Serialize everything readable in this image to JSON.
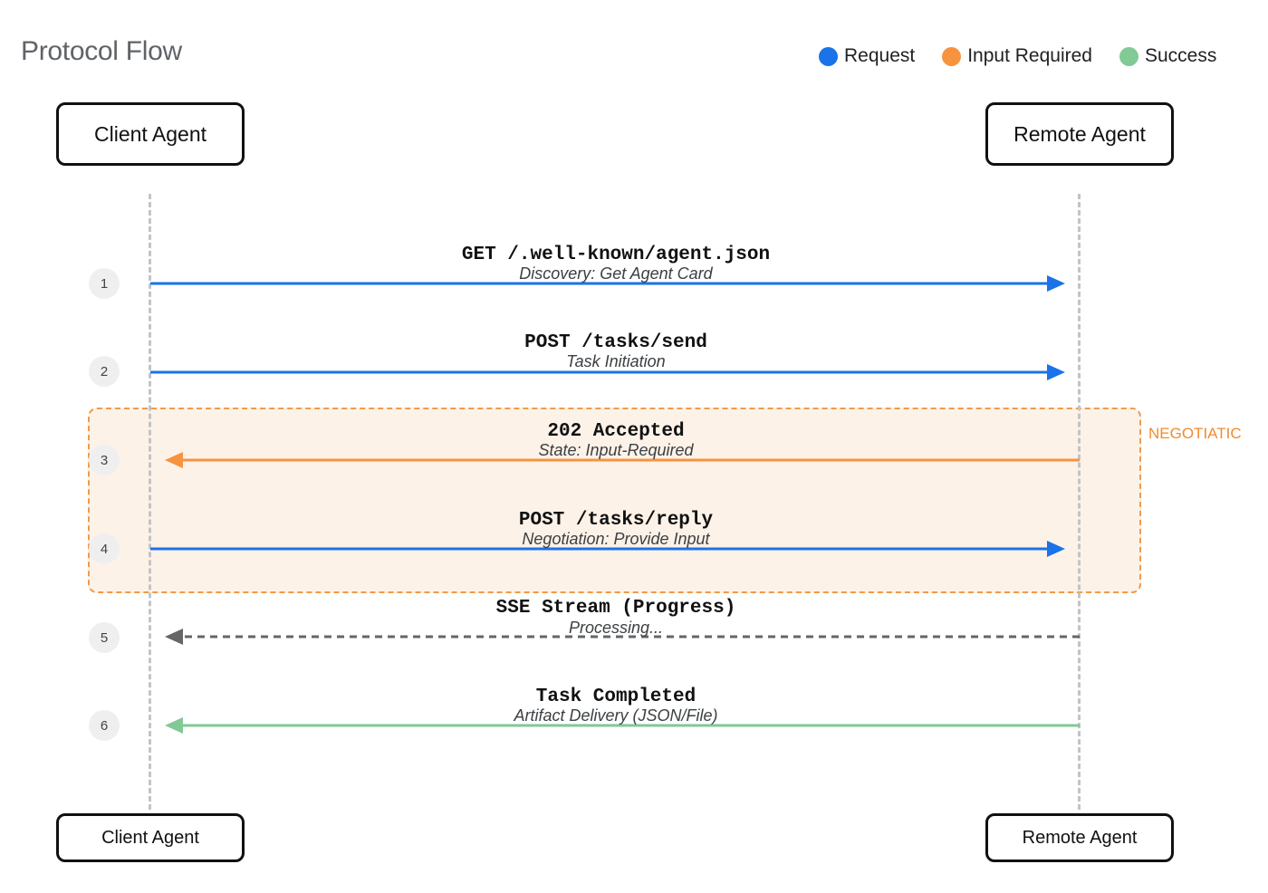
{
  "title": "Protocol Flow",
  "legend": [
    {
      "label": "Request",
      "color": "#1a73e8"
    },
    {
      "label": "Input Required",
      "color": "#f7923f"
    },
    {
      "label": "Success",
      "color": "#81c995"
    }
  ],
  "actors": {
    "client": "Client Agent",
    "remote": "Remote Agent"
  },
  "group": {
    "label": "NEGOTIATIC",
    "fill": "#fdf2e8",
    "border": "#f29a4a"
  },
  "messages": [
    {
      "step": "1",
      "title": "GET /.well-known/agent.json",
      "subtitle": "Discovery: Get Agent Card",
      "direction": "to-remote",
      "style": "solid",
      "color": "#1a73e8"
    },
    {
      "step": "2",
      "title": "POST /tasks/send",
      "subtitle": "Task Initiation",
      "direction": "to-remote",
      "style": "solid",
      "color": "#1a73e8"
    },
    {
      "step": "3",
      "title": "202 Accepted",
      "subtitle": "State: Input-Required",
      "direction": "to-client",
      "style": "solid",
      "color": "#f7923f"
    },
    {
      "step": "4",
      "title": "POST /tasks/reply",
      "subtitle": "Negotiation: Provide Input",
      "direction": "to-remote",
      "style": "solid",
      "color": "#1a73e8"
    },
    {
      "step": "5",
      "title": "SSE Stream (Progress)",
      "subtitle": "Processing...",
      "direction": "to-client",
      "style": "dashed",
      "color": "#666666"
    },
    {
      "step": "6",
      "title": "Task Completed",
      "subtitle": "Artifact Delivery (JSON/File)",
      "direction": "to-client",
      "style": "solid",
      "color": "#81c995"
    }
  ]
}
